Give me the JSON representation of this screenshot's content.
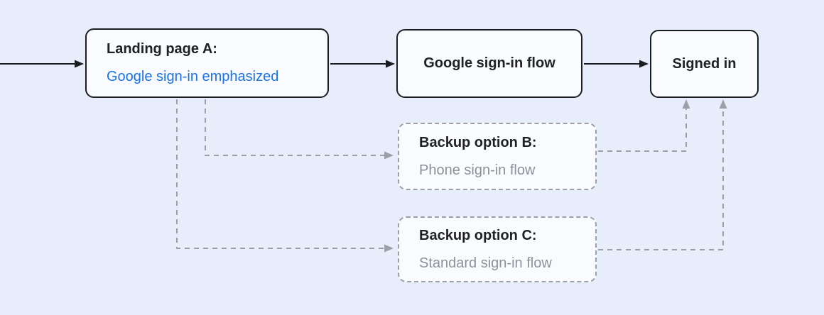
{
  "canvas": {
    "background": "#e7edfb"
  },
  "colors": {
    "node_fill": "#fafbff",
    "node_border": "#1b1d21",
    "dashed_gray": "#9aa0a6",
    "accent_blue": "#1a73e8",
    "muted_text": "#8d9298",
    "title_text": "#202124"
  },
  "nodes": {
    "landing_a": {
      "title": "Landing page A:",
      "subtitle": "Google sign-in emphasized"
    },
    "google_flow": {
      "label": "Google sign-in flow"
    },
    "signed_in": {
      "label": "Signed in"
    },
    "backup_b": {
      "title": "Backup option B:",
      "subtitle": "Phone sign-in flow"
    },
    "backup_c": {
      "title": "Backup option C:",
      "subtitle": "Standard sign-in flow"
    }
  },
  "edges": [
    {
      "from": "start",
      "to": "landing_a",
      "style": "solid"
    },
    {
      "from": "landing_a",
      "to": "google_flow",
      "style": "solid"
    },
    {
      "from": "google_flow",
      "to": "signed_in",
      "style": "solid"
    },
    {
      "from": "landing_a",
      "to": "backup_b",
      "style": "dashed"
    },
    {
      "from": "landing_a",
      "to": "backup_c",
      "style": "dashed"
    },
    {
      "from": "backup_b",
      "to": "signed_in",
      "style": "dashed"
    },
    {
      "from": "backup_c",
      "to": "signed_in",
      "style": "dashed"
    }
  ]
}
